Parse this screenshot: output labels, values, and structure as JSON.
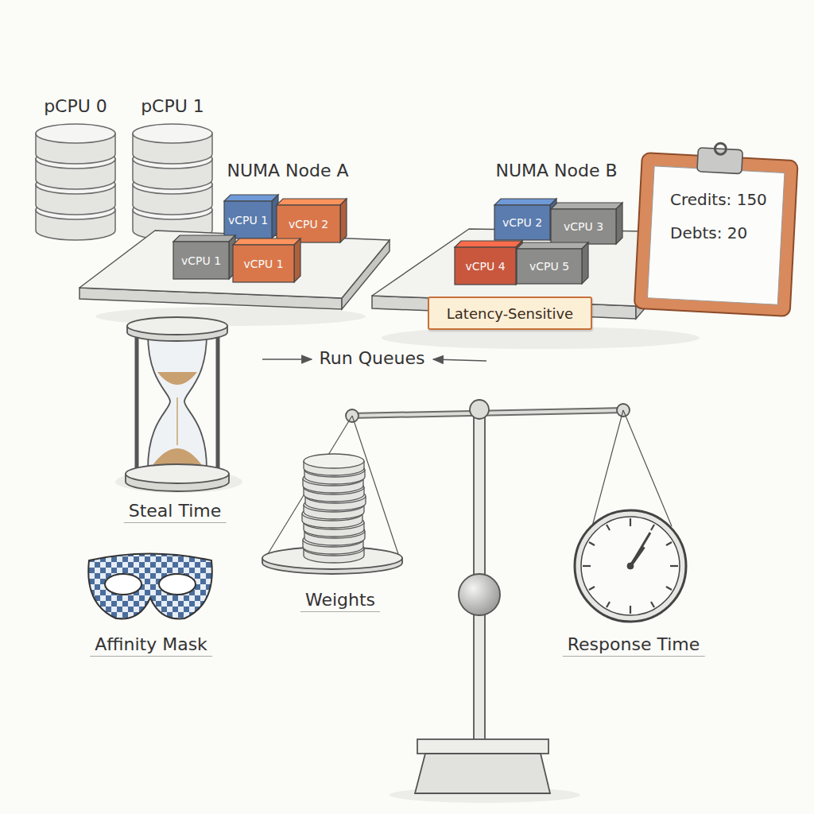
{
  "diagram": {
    "nodes": [
      {
        "text": [
          "pCPU 0"
        ]
      },
      {
        "text": [
          "pCPU 1"
        ]
      },
      {
        "text": [
          "NUMA Node A"
        ]
      },
      {
        "text": [
          "vCPU 1"
        ],
        "in": 2
      },
      {
        "text": [
          "vCPU 2"
        ],
        "in": 2
      },
      {
        "text": [
          "vCPU 1"
        ],
        "in": 2
      },
      {
        "text": [
          "vCPU 1"
        ],
        "in": 2
      },
      {
        "text": [
          "NUMA Node B"
        ]
      },
      {
        "text": [
          "vCPU 2"
        ],
        "in": 7
      },
      {
        "text": [
          "vCPU 3"
        ],
        "in": 7
      },
      {
        "text": [
          "vCPU 4"
        ],
        "in": 7
      },
      {
        "text": [
          "vCPU 5"
        ],
        "in": 7
      },
      {
        "text": [
          "Latency-Sensitive"
        ],
        "in": 7
      },
      {
        "text": [
          "Credits: 150",
          "Debts: 20"
        ]
      }
    ],
    "labels": [
      "Run Queues",
      "Steal Time",
      "Weights",
      "Affinity Mask",
      "Response Time"
    ]
  }
}
